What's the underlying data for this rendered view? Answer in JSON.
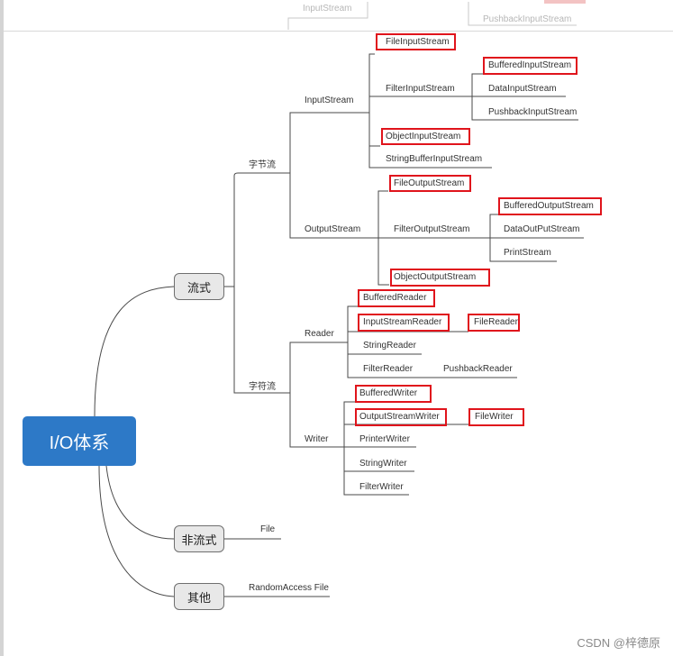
{
  "top_fragments": {
    "left": "InputStream",
    "right": "PushbackInputStream"
  },
  "root": "I/O体系",
  "categories": {
    "stream": "流式",
    "nonstream": "非流式",
    "other": "其他"
  },
  "stream": {
    "byte_label": "字节流",
    "char_label": "字符流",
    "input": {
      "label": "InputStream",
      "items": [
        "FileInputStream",
        "FilterInputStream",
        "ObjectInputStream",
        "StringBufferInputStream"
      ],
      "filter_children": [
        "BufferedInputStream",
        "DataInputStream",
        "PushbackInputStream"
      ]
    },
    "output": {
      "label": "OutputStream",
      "items": [
        "FileOutputStream",
        "FilterOutputStream",
        "ObjectOutputStream"
      ],
      "filter_children": [
        "BufferedOutputStream",
        "DataOutPutStream",
        "PrintStream"
      ]
    },
    "reader": {
      "label": "Reader",
      "items": [
        "BufferedReader",
        "InputStreamReader",
        "StringReader",
        "FilterReader"
      ],
      "isr_child": "FileReader",
      "filter_child": "PushbackReader"
    },
    "writer": {
      "label": "Writer",
      "items": [
        "BufferedWriter",
        "OutputStreamWriter",
        "PrinterWriter",
        "StringWriter",
        "FilterWriter"
      ],
      "osw_child": "FileWriter"
    }
  },
  "nonstream": {
    "child": "File"
  },
  "other": {
    "child": "RandomAccess File"
  },
  "watermark": "CSDN @梓德原",
  "colors": {
    "root": "#2d79c7",
    "highlight": "#e0141c",
    "category_fill": "#e8e8e8",
    "line": "#4a4a4a"
  }
}
